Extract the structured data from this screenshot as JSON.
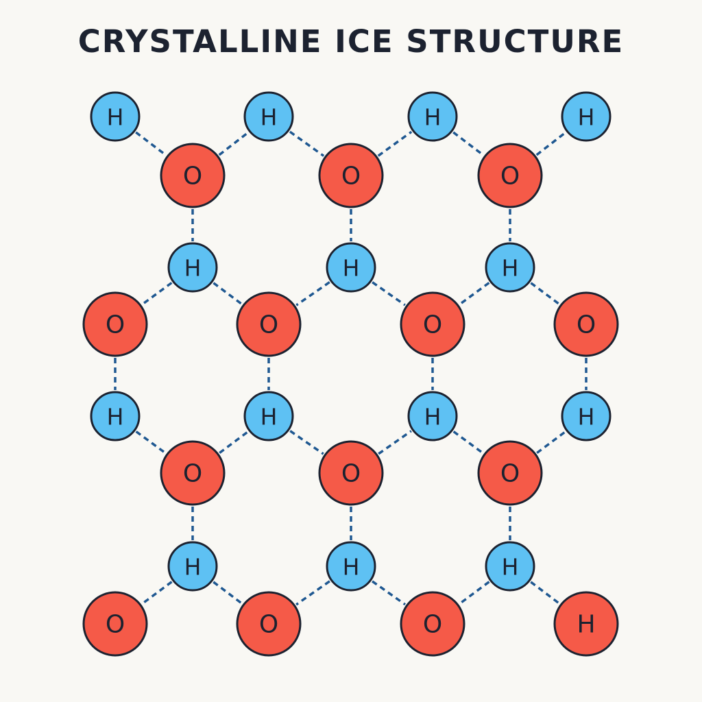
{
  "title": "CRYSTALLINE ICE STRUCTURE",
  "colors": {
    "oxygen": "#f55a48",
    "hydrogen": "#5ec1f3",
    "outline": "#1c2230",
    "bond": "#1f5891",
    "background": "#f9f8f4"
  },
  "atoms": [
    {
      "id": "h1",
      "label": "H",
      "element": "hydrogen"
    },
    {
      "id": "h2",
      "label": "H",
      "element": "hydrogen"
    },
    {
      "id": "h3",
      "label": "H",
      "element": "hydrogen"
    },
    {
      "id": "h4",
      "label": "H",
      "element": "hydrogen"
    },
    {
      "id": "o1",
      "label": "O",
      "element": "oxygen"
    },
    {
      "id": "o2",
      "label": "O",
      "element": "oxygen"
    },
    {
      "id": "o3",
      "label": "O",
      "element": "oxygen"
    },
    {
      "id": "h5",
      "label": "H",
      "element": "hydrogen"
    },
    {
      "id": "h6",
      "label": "H",
      "element": "hydrogen"
    },
    {
      "id": "h7",
      "label": "H",
      "element": "hydrogen"
    },
    {
      "id": "o4",
      "label": "O",
      "element": "oxygen"
    },
    {
      "id": "o5",
      "label": "O",
      "element": "oxygen"
    },
    {
      "id": "o6",
      "label": "O",
      "element": "oxygen"
    },
    {
      "id": "o7",
      "label": "O",
      "element": "oxygen"
    },
    {
      "id": "h8",
      "label": "H",
      "element": "hydrogen"
    },
    {
      "id": "h9",
      "label": "H",
      "element": "hydrogen"
    },
    {
      "id": "h10",
      "label": "H",
      "element": "hydrogen"
    },
    {
      "id": "h11",
      "label": "H",
      "element": "hydrogen"
    },
    {
      "id": "o8",
      "label": "O",
      "element": "oxygen"
    },
    {
      "id": "o9",
      "label": "O",
      "element": "oxygen"
    },
    {
      "id": "o10",
      "label": "O",
      "element": "oxygen"
    },
    {
      "id": "h12",
      "label": "H",
      "element": "hydrogen"
    },
    {
      "id": "h13",
      "label": "H",
      "element": "hydrogen"
    },
    {
      "id": "h14",
      "label": "H",
      "element": "hydrogen"
    },
    {
      "id": "o11",
      "label": "O",
      "element": "oxygen"
    },
    {
      "id": "o12",
      "label": "O",
      "element": "oxygen"
    },
    {
      "id": "o13",
      "label": "O",
      "element": "oxygen"
    },
    {
      "id": "h15",
      "label": "H",
      "element": "oxygen"
    }
  ],
  "bonds": [
    [
      "h1",
      "o1"
    ],
    [
      "o1",
      "h2"
    ],
    [
      "h2",
      "o2"
    ],
    [
      "o2",
      "h3"
    ],
    [
      "h3",
      "o3"
    ],
    [
      "o3",
      "h4"
    ],
    [
      "o1",
      "h5"
    ],
    [
      "o2",
      "h6"
    ],
    [
      "o3",
      "h7"
    ],
    [
      "h5",
      "o4"
    ],
    [
      "h5",
      "o5"
    ],
    [
      "h6",
      "o5"
    ],
    [
      "h6",
      "o6"
    ],
    [
      "h7",
      "o6"
    ],
    [
      "h7",
      "o7"
    ],
    [
      "o4",
      "h8"
    ],
    [
      "o5",
      "h9"
    ],
    [
      "o6",
      "h10"
    ],
    [
      "o7",
      "h11"
    ],
    [
      "h8",
      "o8"
    ],
    [
      "o8",
      "h9"
    ],
    [
      "h9",
      "o9"
    ],
    [
      "o9",
      "h10"
    ],
    [
      "h10",
      "o10"
    ],
    [
      "o10",
      "h11"
    ],
    [
      "o8",
      "h12"
    ],
    [
      "o9",
      "h13"
    ],
    [
      "o10",
      "h14"
    ],
    [
      "h12",
      "o11"
    ],
    [
      "h12",
      "o12"
    ],
    [
      "h13",
      "o12"
    ],
    [
      "h13",
      "o13"
    ],
    [
      "h14",
      "o13"
    ],
    [
      "h14",
      "h15"
    ]
  ]
}
